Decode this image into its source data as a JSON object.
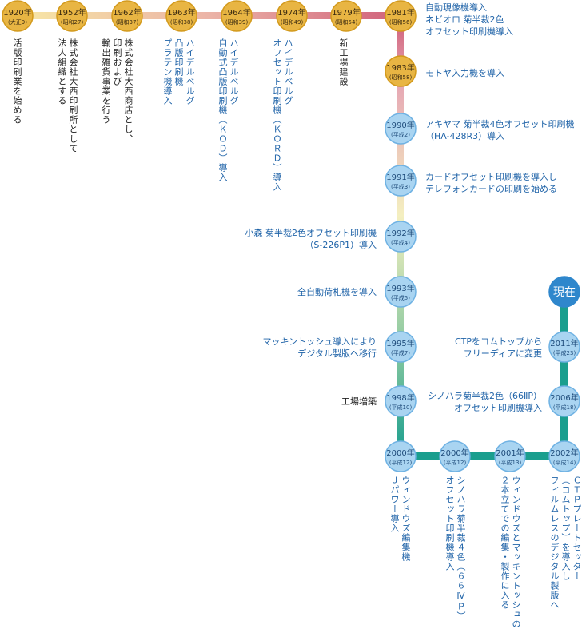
{
  "colors": {
    "gold": "#e8b543",
    "goldEdge": "#d39a1c",
    "light": "#a9d4f1",
    "lightEdge": "#6fb2e3",
    "present": "#2f87cc",
    "teal": "#1a9e8e",
    "nodeText": "#3a2a10",
    "nodeTextBlue": "#1e4b7a"
  },
  "nodes": [
    {
      "id": "n1920",
      "year": "1920年",
      "era": "(大正9)",
      "style": "gold"
    },
    {
      "id": "n1952",
      "year": "1952年",
      "era": "(昭和27)",
      "style": "gold"
    },
    {
      "id": "n1962",
      "year": "1962年",
      "era": "(昭和37)",
      "style": "gold"
    },
    {
      "id": "n1963",
      "year": "1963年",
      "era": "(昭和38)",
      "style": "gold"
    },
    {
      "id": "n1964",
      "year": "1964年",
      "era": "(昭和39)",
      "style": "gold"
    },
    {
      "id": "n1974",
      "year": "1974年",
      "era": "(昭和49)",
      "style": "gold"
    },
    {
      "id": "n1979",
      "year": "1979年",
      "era": "(昭和54)",
      "style": "gold"
    },
    {
      "id": "n1981",
      "year": "1981年",
      "era": "(昭和56)",
      "style": "gold"
    },
    {
      "id": "n1983",
      "year": "1983年",
      "era": "(昭和58)",
      "style": "gold"
    },
    {
      "id": "n1990",
      "year": "1990年",
      "era": "(平成2)",
      "style": "light"
    },
    {
      "id": "n1991",
      "year": "1991年",
      "era": "(平成3)",
      "style": "light"
    },
    {
      "id": "n1992",
      "year": "1992年",
      "era": "(平成4)",
      "style": "light"
    },
    {
      "id": "n1993",
      "year": "1993年",
      "era": "(平成5)",
      "style": "light"
    },
    {
      "id": "n1995",
      "year": "1995年",
      "era": "(平成7)",
      "style": "light"
    },
    {
      "id": "n1998",
      "year": "1998年",
      "era": "(平成10)",
      "style": "light"
    },
    {
      "id": "n2000a",
      "year": "2000年",
      "era": "(平成12)",
      "style": "light"
    },
    {
      "id": "n2000b",
      "year": "2000年",
      "era": "(平成12)",
      "style": "light"
    },
    {
      "id": "n2001",
      "year": "2001年",
      "era": "(平成13)",
      "style": "light"
    },
    {
      "id": "n2002",
      "year": "2002年",
      "era": "(平成14)",
      "style": "light"
    },
    {
      "id": "n2006",
      "year": "2006年",
      "era": "(平成18)",
      "style": "light"
    },
    {
      "id": "n2011",
      "year": "2011年",
      "era": "(平成23)",
      "style": "light"
    },
    {
      "id": "nNow",
      "year": "現在",
      "era": "",
      "style": "present"
    }
  ],
  "events": {
    "e1920": "活版印刷業を始める",
    "e1952": "株式会社大西印刷所として\n法人組織とする",
    "e1962": "株式会社大西商店とし、\n印刷および\n輸出雑貨事業を行う",
    "e1963": "ハイデルベルグ\n凸版印刷機\nプラテン機導入",
    "e1964": "ハイデルベルグ\n自動式凸版印刷機（ＫＯＤ）導入",
    "e1974": "ハイデルベルグ\nオフセット印刷機（ＫＯＲＤ）導入",
    "e1979": "新工場建設",
    "e1981": "自動現像機導入\nネビオロ 菊半裁2色\nオフセット印刷機導入",
    "e1983": "モトヤ入力機を導入",
    "e1990": "アキヤマ 菊半裁4色オフセット印刷機\n（HA-428R3）導入",
    "e1991": "カードオフセット印刷機を導入し\nテレフォンカードの印刷を始める",
    "e1992": "小森 菊半裁2色オフセット印刷機\n（S-226P1）導入",
    "e1993": "全自動荷札機を導入",
    "e1995": "マッキントッシュ導入により\nデジタル製版へ移行",
    "e1998": "工場増築",
    "e2000a": "ウィンドウズ編集機\nＪパワー導入",
    "e2000b": "シノハラ菊半裁４色（６６ⅣＰ）\nオフセット印刷機導入",
    "e2001": "ウィンドウズとマッキントッシュの\n２本立てでの編集・製作に入る",
    "e2002": "ＣＴＰプレートセッター\n（コムトップ）を導入し\nフィルムレスのデジタル製版へ",
    "e2006": "シノハラ菊半裁2色（66ⅡP）\nオフセット印刷機導入",
    "e2011": "CTPをコムトップから\nフリーディアに変更"
  }
}
